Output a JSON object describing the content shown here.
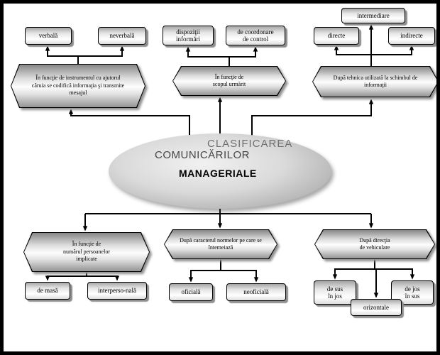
{
  "title": {
    "line1": "CLASIFICAREA",
    "line2": "COMUNICĂRILOR",
    "line3": "MANAGERIALE"
  },
  "branches": {
    "top_left": {
      "criterion": "În funcţie de instrumentul cu ajutorul\ncăruia se codifică informaţia şi transmite\nmesajul",
      "leaf1": "verbală",
      "leaf2": "neverbală"
    },
    "top_middle": {
      "criterion": "În funcţie de\nscopul urmărit",
      "leaf1": "dispoziţii\ninformări",
      "leaf2": "de coordonare\nde control"
    },
    "top_right": {
      "criterion": "După tehnica utilizată la schimbul de\ninformaţii",
      "leaf1": "directe",
      "leaf2": "indirecte",
      "leaf3": "intermediare"
    },
    "bottom_left": {
      "criterion": "În funcţie de\nnumărul persoanelor\nimplicate",
      "leaf1": "de masă",
      "leaf2": "interperso-nală"
    },
    "bottom_middle": {
      "criterion": "După caracterul normelor pe care se\nîntemeiază",
      "leaf1": "oficială",
      "leaf2": "neoficială"
    },
    "bottom_right": {
      "criterion": "După direcţia\nde vehiculare",
      "leaf1": "de sus\nîn jos",
      "leaf2": "de jos\nîn sus",
      "leaf3": "orizontale"
    }
  },
  "colors": {
    "border": "#000000",
    "shadow": "#8f8f8f",
    "fill_light": "#ffffff",
    "fill_dark": "#8a8a8a"
  }
}
